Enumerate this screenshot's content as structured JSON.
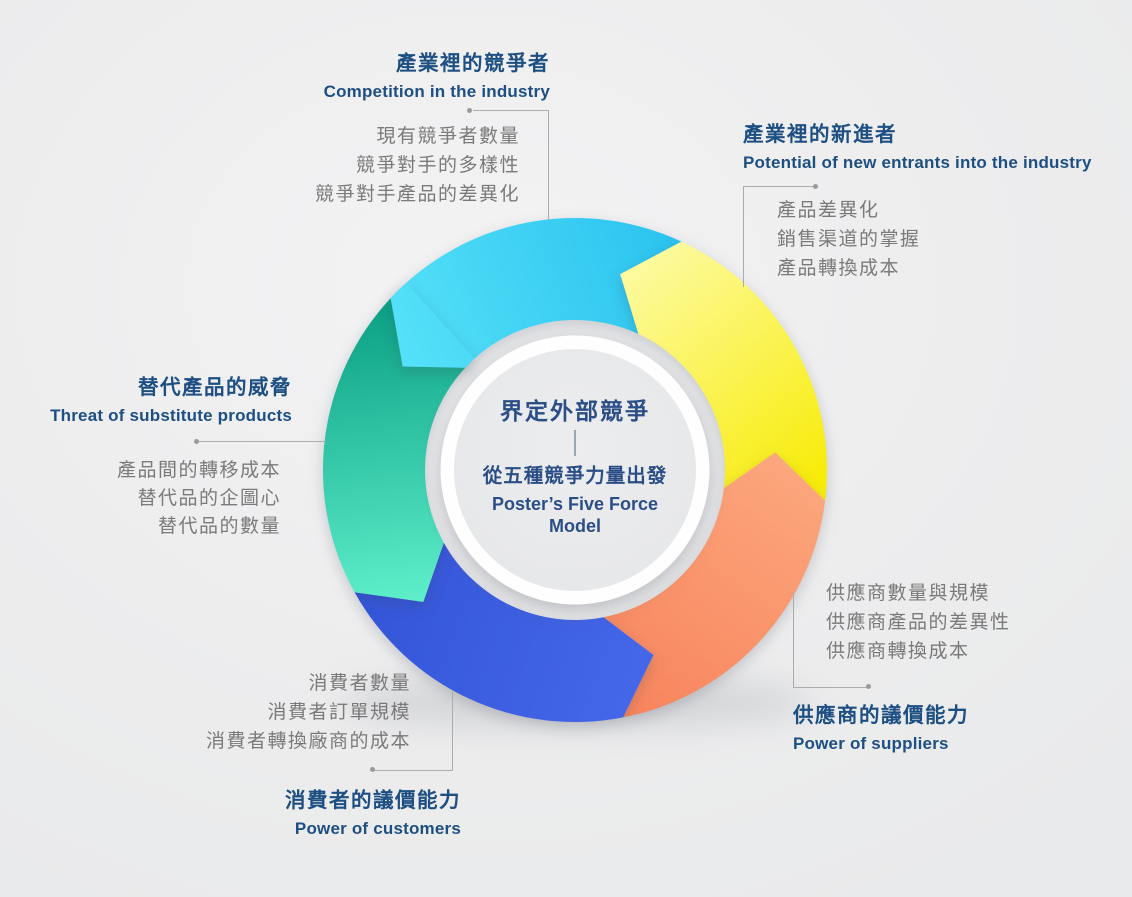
{
  "diagram": {
    "type": "five-forces-cycle",
    "background_color": "#ECEDEE",
    "title_color": "#1D4F82",
    "item_color": "#7A7A7B",
    "connector_color": "#ACACAC",
    "center_text_color": "#2B4E86"
  },
  "center": {
    "title": "界定外部競爭",
    "subtitle": "從五種競爭力量出發",
    "model_en_line1": "Poster’s Five Force",
    "model_en_line2": "Model"
  },
  "forces": [
    {
      "key": "competition",
      "position": "top",
      "title_zh": "產業裡的競爭者",
      "title_en": "Competition in the industry",
      "items": [
        "現有競爭者數量",
        "競爭對手的多樣性",
        "競爭對手產品的差異化"
      ],
      "color_start": "#2AC2EF",
      "color_end": "#55E1F8"
    },
    {
      "key": "new-entrants",
      "position": "top-right",
      "title_zh": "產業裡的新進者",
      "title_en": "Potential of new entrants into the industry",
      "items": [
        "產品差異化",
        "銷售渠道的掌握",
        "產品轉換成本"
      ],
      "color_start": "#FDFA9E",
      "color_end": "#F8EC0A"
    },
    {
      "key": "suppliers",
      "position": "bottom-right",
      "title_zh": "供應商的議價能力",
      "title_en": "Power of suppliers",
      "items": [
        "供應商數量與規模",
        "供應商產品的差異性",
        "供應商轉換成本"
      ],
      "color_start": "#F8865E",
      "color_end": "#FCA87F"
    },
    {
      "key": "customers",
      "position": "bottom",
      "title_zh": "消費者的議價能力",
      "title_en": "Power of customers",
      "items": [
        "消費者數量",
        "消費者訂單規模",
        "消費者轉換廠商的成本"
      ],
      "color_start": "#3455D7",
      "color_end": "#4466E9"
    },
    {
      "key": "substitutes",
      "position": "left",
      "title_zh": "替代產品的威脅",
      "title_en": "Threat of substitute products",
      "items": [
        "產品間的轉移成本",
        "替代品的企圖心",
        "替代品的數量"
      ],
      "color_start": "#0EA287",
      "color_end": "#5EEFCA"
    }
  ]
}
